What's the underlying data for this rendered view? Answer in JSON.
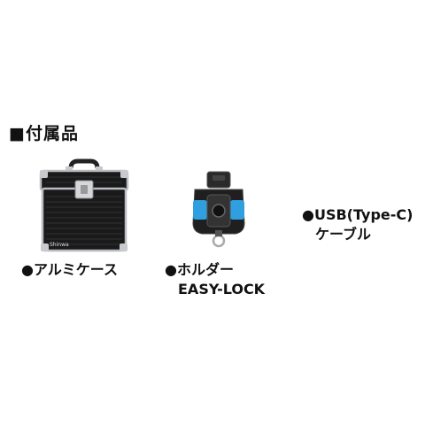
{
  "section": {
    "heading": "■付属品"
  },
  "items": [
    {
      "bullet": "●",
      "label": "アルミケース",
      "sub": ""
    },
    {
      "bullet": "●",
      "label": "ホルダー",
      "sub": "EASY-LOCK"
    },
    {
      "bullet": "●",
      "label": "USB(Type-C)",
      "sub": "ケーブル"
    }
  ],
  "colors": {
    "accent_blue": "#2f9fe0",
    "case_dark": "#1a1a1a",
    "case_frame": "#b9bcc0"
  },
  "logo_text": "Shinwa"
}
